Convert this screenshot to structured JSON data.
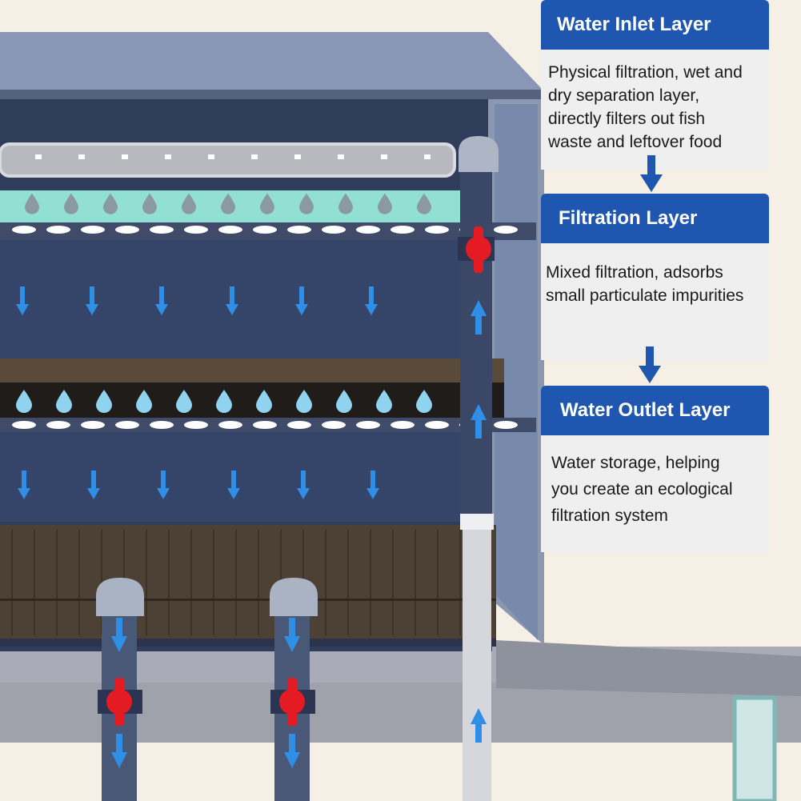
{
  "colors": {
    "background": "#f6efe6",
    "header_blue": "#1e56b0",
    "card_body": "#efefef",
    "tank_dark": "#33415f",
    "tank_frame": "#8795b3",
    "water_arrow": "#2f8fe6",
    "valve_red": "#e41b23",
    "water_drop": "#8fd3ee",
    "media_green": "#8fe0d2"
  },
  "icons": {
    "flow_arrow": "arrow-down-icon",
    "water_drop": "water-drop-icon",
    "valve": "valve-icon"
  },
  "layers": [
    {
      "title": "Water Inlet Layer",
      "description": "Physical filtration, wet and\ndry separation layer,\ndirectly filters out fish\nwaste and leftover food"
    },
    {
      "title": "Filtration Layer",
      "description": "Mixed filtration, adsorbs\nsmall particulate impurities"
    },
    {
      "title": "Water Outlet Layer",
      "description": "Water storage, helping\nyou create an ecological\nfiltration system"
    }
  ]
}
